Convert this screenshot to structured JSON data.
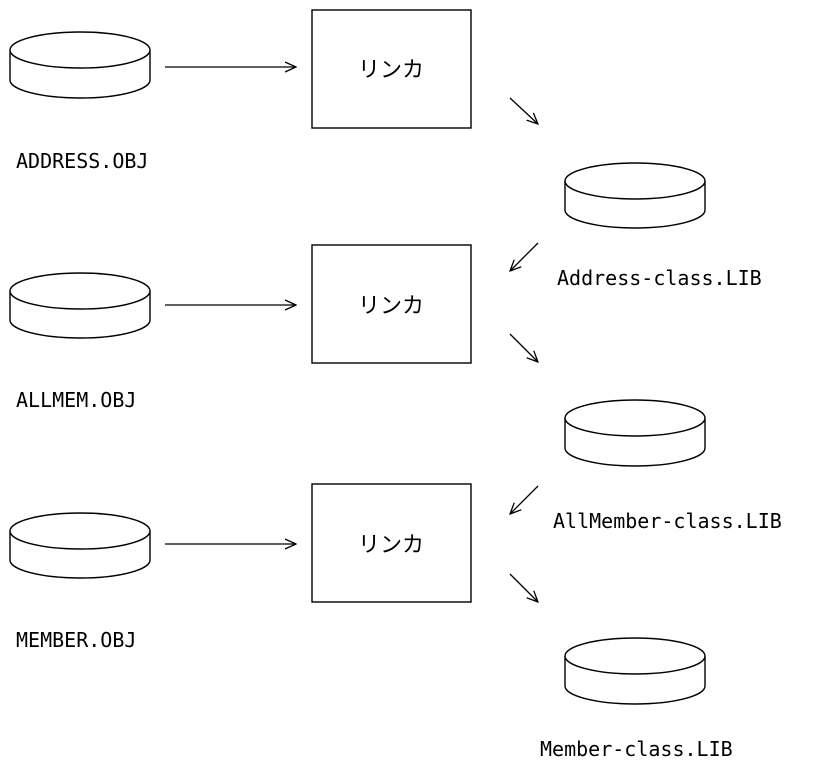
{
  "linker_label": "リンカ",
  "inputs": [
    {
      "name": "ADDRESS.OBJ"
    },
    {
      "name": "ALLMEM.OBJ"
    },
    {
      "name": "MEMBER.OBJ"
    }
  ],
  "outputs": [
    {
      "name": "Address-class.LIB"
    },
    {
      "name": "AllMember-class.LIB"
    },
    {
      "name": "Member-class.LIB"
    }
  ],
  "colors": {
    "stroke": "#000000",
    "background": "#ffffff"
  }
}
